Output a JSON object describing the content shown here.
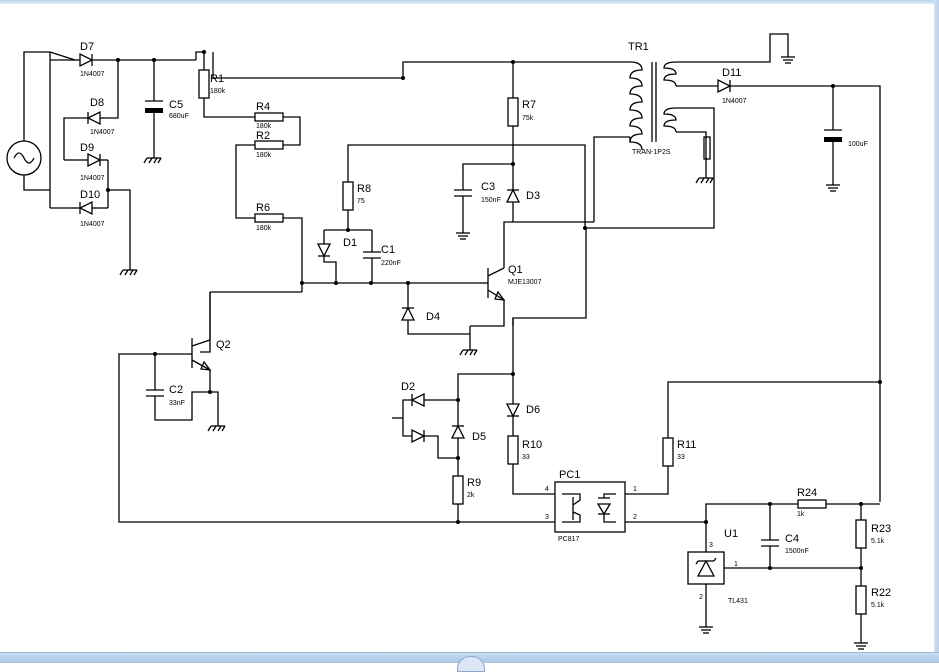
{
  "components": {
    "D7": {
      "ref": "D7",
      "value": "1N4007"
    },
    "D8": {
      "ref": "D8",
      "value": "1N4007"
    },
    "D9": {
      "ref": "D9",
      "value": "1N4007"
    },
    "D10": {
      "ref": "D10",
      "value": "1N4007"
    },
    "D11": {
      "ref": "D11",
      "value": "1N4007"
    },
    "C5": {
      "ref": "C5",
      "value": "680uF"
    },
    "R1": {
      "ref": "R1",
      "value": "180k"
    },
    "R4": {
      "ref": "R4",
      "value": "180k"
    },
    "R2": {
      "ref": "R2",
      "value": "180k"
    },
    "R6": {
      "ref": "R6",
      "value": "180k"
    },
    "R8": {
      "ref": "R8",
      "value": "75"
    },
    "R7": {
      "ref": "R7",
      "value": "75k"
    },
    "C3": {
      "ref": "C3",
      "value": "150nF"
    },
    "D3": {
      "ref": "D3"
    },
    "D1": {
      "ref": "D1"
    },
    "C1": {
      "ref": "C1",
      "value": "220nF"
    },
    "Q1": {
      "ref": "Q1",
      "value": "MJE13007"
    },
    "D4": {
      "ref": "D4"
    },
    "Q2": {
      "ref": "Q2"
    },
    "C2": {
      "ref": "C2",
      "value": "33nF"
    },
    "D2": {
      "ref": "D2"
    },
    "D5": {
      "ref": "D5"
    },
    "D6": {
      "ref": "D6"
    },
    "R10": {
      "ref": "R10",
      "value": "33"
    },
    "R9": {
      "ref": "R9",
      "value": "2k"
    },
    "PC1": {
      "ref": "PC1",
      "value": "PC817",
      "pins": [
        "4",
        "3",
        "1",
        "2"
      ]
    },
    "R11": {
      "ref": "R11",
      "value": "33"
    },
    "TR1": {
      "ref": "TR1",
      "value": "TRAN-1P2S"
    },
    "Cout": {
      "value": "100uF"
    },
    "R24": {
      "ref": "R24",
      "value": "1k"
    },
    "C4": {
      "ref": "C4",
      "value": "1500nF"
    },
    "R23": {
      "ref": "R23",
      "value": "5.1k"
    },
    "R22": {
      "ref": "R22",
      "value": "5.1k"
    },
    "U1": {
      "ref": "U1",
      "value": "TL431",
      "pins": [
        "3",
        "1",
        "2"
      ]
    }
  }
}
